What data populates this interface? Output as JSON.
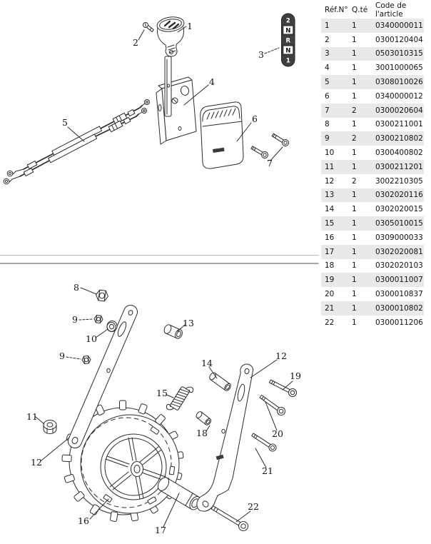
{
  "table": {
    "headers": [
      "Réf.N°",
      "Q.té",
      "Code de l'article"
    ],
    "rows": [
      [
        "1",
        "1",
        "0340000011"
      ],
      [
        "2",
        "1",
        "0300120404"
      ],
      [
        "3",
        "1",
        "0503010315"
      ],
      [
        "4",
        "1",
        "3001000065"
      ],
      [
        "5",
        "1",
        "0308010026"
      ],
      [
        "6",
        "1",
        "0340000012"
      ],
      [
        "7",
        "2",
        "0300020604"
      ],
      [
        "8",
        "1",
        "0300211001"
      ],
      [
        "9",
        "2",
        "0300210802"
      ],
      [
        "10",
        "1",
        "0300400802"
      ],
      [
        "11",
        "1",
        "0300211201"
      ],
      [
        "12",
        "2",
        "3002210305"
      ],
      [
        "13",
        "1",
        "0302020116"
      ],
      [
        "14",
        "1",
        "0302020015"
      ],
      [
        "15",
        "1",
        "0305010015"
      ],
      [
        "16",
        "1",
        "0309000033"
      ],
      [
        "17",
        "1",
        "0302020081"
      ],
      [
        "18",
        "1",
        "0302020103"
      ],
      [
        "19",
        "1",
        "0300011007"
      ],
      [
        "20",
        "1",
        "0300010837"
      ],
      [
        "21",
        "1",
        "0300010802"
      ],
      [
        "22",
        "1",
        "0300011206"
      ]
    ]
  },
  "diagram": {
    "callouts": [
      "1",
      "2",
      "3",
      "4",
      "5",
      "6",
      "7",
      "8",
      "9",
      "10",
      "11",
      "12",
      "13",
      "14",
      "15",
      "16",
      "17",
      "18",
      "19",
      "20",
      "21",
      "22"
    ],
    "shift_pattern": [
      "2",
      "N",
      "R",
      "N",
      "1"
    ]
  }
}
